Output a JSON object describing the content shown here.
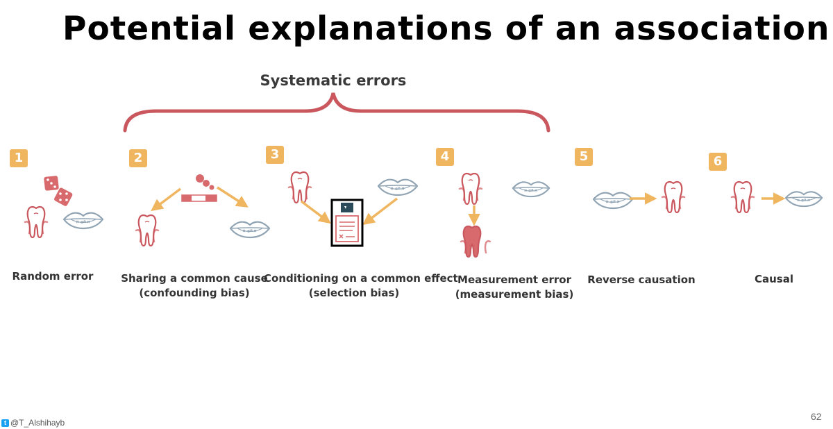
{
  "title": "Potential explanations of an association",
  "brace_label": "Systematic errors",
  "items": [
    {
      "number": "1",
      "lines": [
        "Random error"
      ]
    },
    {
      "number": "2",
      "lines": [
        "Sharing a common cause",
        "(confounding bias)"
      ]
    },
    {
      "number": "3",
      "lines": [
        "Conditioning on a common effect",
        "(selection bias)"
      ]
    },
    {
      "number": "4",
      "lines": [
        "Measurement error",
        "(measurement bias)"
      ]
    },
    {
      "number": "5",
      "lines": [
        "Reverse causation"
      ]
    },
    {
      "number": "6",
      "lines": [
        "Causal"
      ]
    }
  ],
  "footer": {
    "handle": "@T_Alshihayb",
    "page_number": "62"
  },
  "colors": {
    "brace": "#c9575d",
    "badge": "#f0b55f",
    "arrow": "#f0b55f",
    "tooth_outline": "#c9575d",
    "lips": "#8fa3b3",
    "doc_dark": "#2b4a5a"
  },
  "icons": [
    "dice-icon",
    "tooth-icon",
    "lips-icon",
    "cigarette-icon",
    "document-icon",
    "decayed-tooth-icon",
    "twitter-icon"
  ]
}
